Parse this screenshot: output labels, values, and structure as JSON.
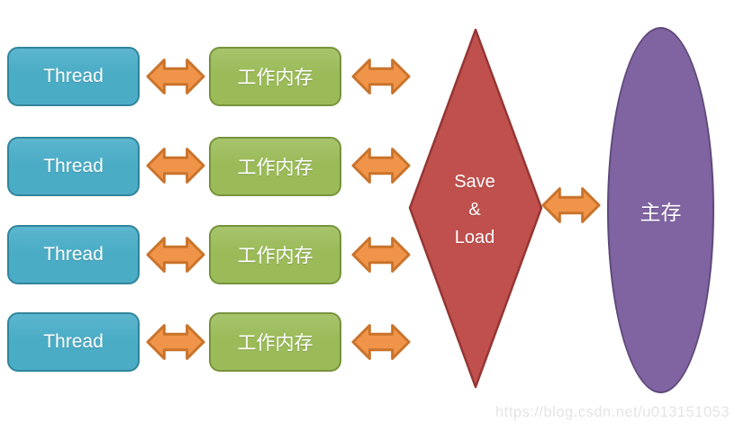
{
  "diagram": {
    "threads": [
      {
        "label": "Thread"
      },
      {
        "label": "Thread"
      },
      {
        "label": "Thread"
      },
      {
        "label": "Thread"
      }
    ],
    "working_memories": [
      {
        "label": "工作内存"
      },
      {
        "label": "工作内存"
      },
      {
        "label": "工作内存"
      },
      {
        "label": "工作内存"
      }
    ],
    "save_load": {
      "lines": [
        "Save",
        "&",
        "Load"
      ]
    },
    "main_memory": {
      "label": "主存"
    },
    "watermark": "https://blog.csdn.net/u013151053",
    "connections": [
      {
        "from": "Thread",
        "to": "工作内存",
        "type": "bidirectional-arrow",
        "count": 4
      },
      {
        "from": "工作内存",
        "to": "Save & Load",
        "type": "bidirectional-arrow",
        "count": 4
      },
      {
        "from": "Save & Load",
        "to": "主存",
        "type": "bidirectional-arrow",
        "count": 1
      }
    ],
    "colors": {
      "thread_fill": "#4BACC6",
      "thread_border": "#31859C",
      "working_memory_fill": "#9BBB59",
      "working_memory_border": "#77933C",
      "arrow_fill": "#F0944A",
      "arrow_border": "#C9732B",
      "save_load_fill": "#C0504D",
      "save_load_border": "#943634",
      "main_memory_fill": "#8064A2",
      "main_memory_border": "#5F497A",
      "text": "#FFFFFF",
      "watermark_text": "#E4E4E4"
    }
  }
}
